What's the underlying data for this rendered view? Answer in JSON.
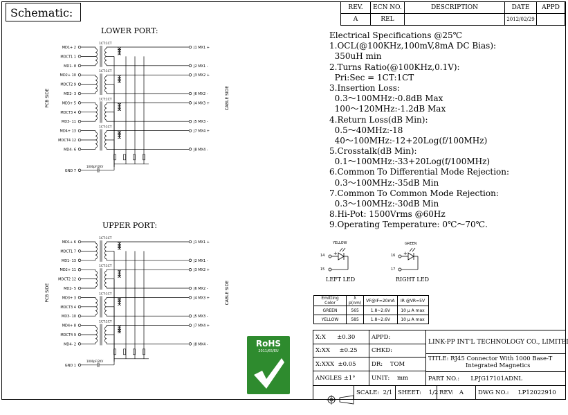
{
  "header": {
    "title": "Schematic:"
  },
  "revision_table": {
    "headers": [
      "REV.",
      "ECN NO.",
      "DESCRIPTION",
      "DATE",
      "APPD"
    ],
    "row": [
      "A",
      "REL",
      "",
      "2012/02/29",
      ""
    ]
  },
  "lower_port": {
    "title": "LOWER PORT:",
    "left_pins": [
      "MD1+ 2",
      "MDCT1 1",
      "MD1- 8",
      "MD2+ 10",
      "MDCT2 9",
      "MD2- 3",
      "MD3+ 5",
      "MDCT3 4",
      "MD3- 11",
      "MD4+ 13",
      "MDCT4 12",
      "MD4- 6"
    ],
    "gnd": "GND 7",
    "cap": "1000pF/2KV",
    "core": "1CT:1CT",
    "right_pins": [
      "J1 MX1 +",
      "J2 MX1 -",
      "J3 MX2 +",
      "J6 MX2 -",
      "J4 MX3 +",
      "J5 MX3 -",
      "J7 MX4 +",
      "J8 MX4 -"
    ]
  },
  "upper_port": {
    "title": "UPPER PORT:",
    "left_pins": [
      "MD1+ 6",
      "MDCT1 7",
      "MD1- 13",
      "MD2+ 11",
      "MDCT2 12",
      "MD2- 5",
      "MD3+ 3",
      "MDCT3 4",
      "MD3- 10",
      "MD4+ 8",
      "MDCT4 9",
      "MD4- 2"
    ],
    "gnd": "GND 1",
    "cap": "1000pF/2KV",
    "core": "1CT:1CT",
    "right_pins": [
      "J1 MX1 +",
      "J2 MX1 -",
      "J3 MX2 +",
      "J6 MX2 -",
      "J4 MX3 +",
      "J5 MX3 -",
      "J7 MX4 +",
      "J8 MX4 -"
    ]
  },
  "side_labels": {
    "pcb": "PCB SIDE",
    "cable": "CABLE SIDE"
  },
  "specs": [
    "Electrical Specifications @25℃",
    "1.OCL(@100KHz,100mV,8mA DC Bias):",
    "  350uH min",
    "2.Turns Ratio(@100KHz,0.1V):",
    "  Pri:Sec = 1CT:1CT",
    "3.Insertion Loss:",
    "  0.3～100MHz:-0.8dB Max",
    "  100～120MHz:-1.2dB Max",
    "4.Return Loss(dB Min):",
    "  0.5～40MHz:-18",
    "  40～100MHz:-12+20Log(f/100MHz)",
    "5.Crosstalk(dB Min):",
    "  0.1～100MHz:-33+20Log(f/100MHz)",
    "6.Common To Differential Mode Rejection:",
    "  0.3～100MHz:-35dB Min",
    "7.Common To Common Mode Rejection:",
    "  0.3～100MHz:-30dB Min",
    "8.Hi-Pot: 1500Vrms @60Hz",
    "9.Operating Temperature: 0℃～70℃."
  ],
  "leds": {
    "left": {
      "color": "YELLOW",
      "pin_plus": "14",
      "pin_minus": "15",
      "label": "LEFT LED"
    },
    "right": {
      "color": "GREEN",
      "pin_plus": "16",
      "pin_minus": "17",
      "label": "RIGHT LED"
    }
  },
  "led_table": {
    "headers": [
      "Emitting Color",
      "λ p(nm)",
      "VF@IF=20mA",
      "IR @VR=5V"
    ],
    "rows": [
      [
        "GREEN",
        "565",
        "1.8~2.6V",
        "10 μ A max"
      ],
      [
        "YELLOW",
        "585",
        "1.8~2.6V",
        "10 μ A max"
      ]
    ]
  },
  "rohs": {
    "title": "RoHS",
    "sub": "2011/65/EU"
  },
  "title_block": {
    "tol_x": "X:X      ±0.30",
    "tol_xx": "X:XX     ±0.25",
    "tol_xxx": "X:XXX  ±0.05",
    "angles": "ANGLES ±1°",
    "appd": "APPD:",
    "chkd": "CHKD:",
    "dr": "DR:    TOM",
    "unit": "UNIT:    mm",
    "company": "LINK-PP INT'L TECHNOLOGY CO., LIMITED",
    "title_text": "TITLE: RJ45 Connector With 1000 Base-T\n                    Integrated Magnetics",
    "part_no": "PART NO.:      LPJG17101ADNL",
    "scale": "SCALE:  2/1",
    "sheet": "SHEET:    1/2",
    "rev": "REV:   A",
    "dwg": "DWG NO.:     LP12022910"
  },
  "colors": {
    "ink": "#000000",
    "rohs_green": "#2e8b2e"
  }
}
